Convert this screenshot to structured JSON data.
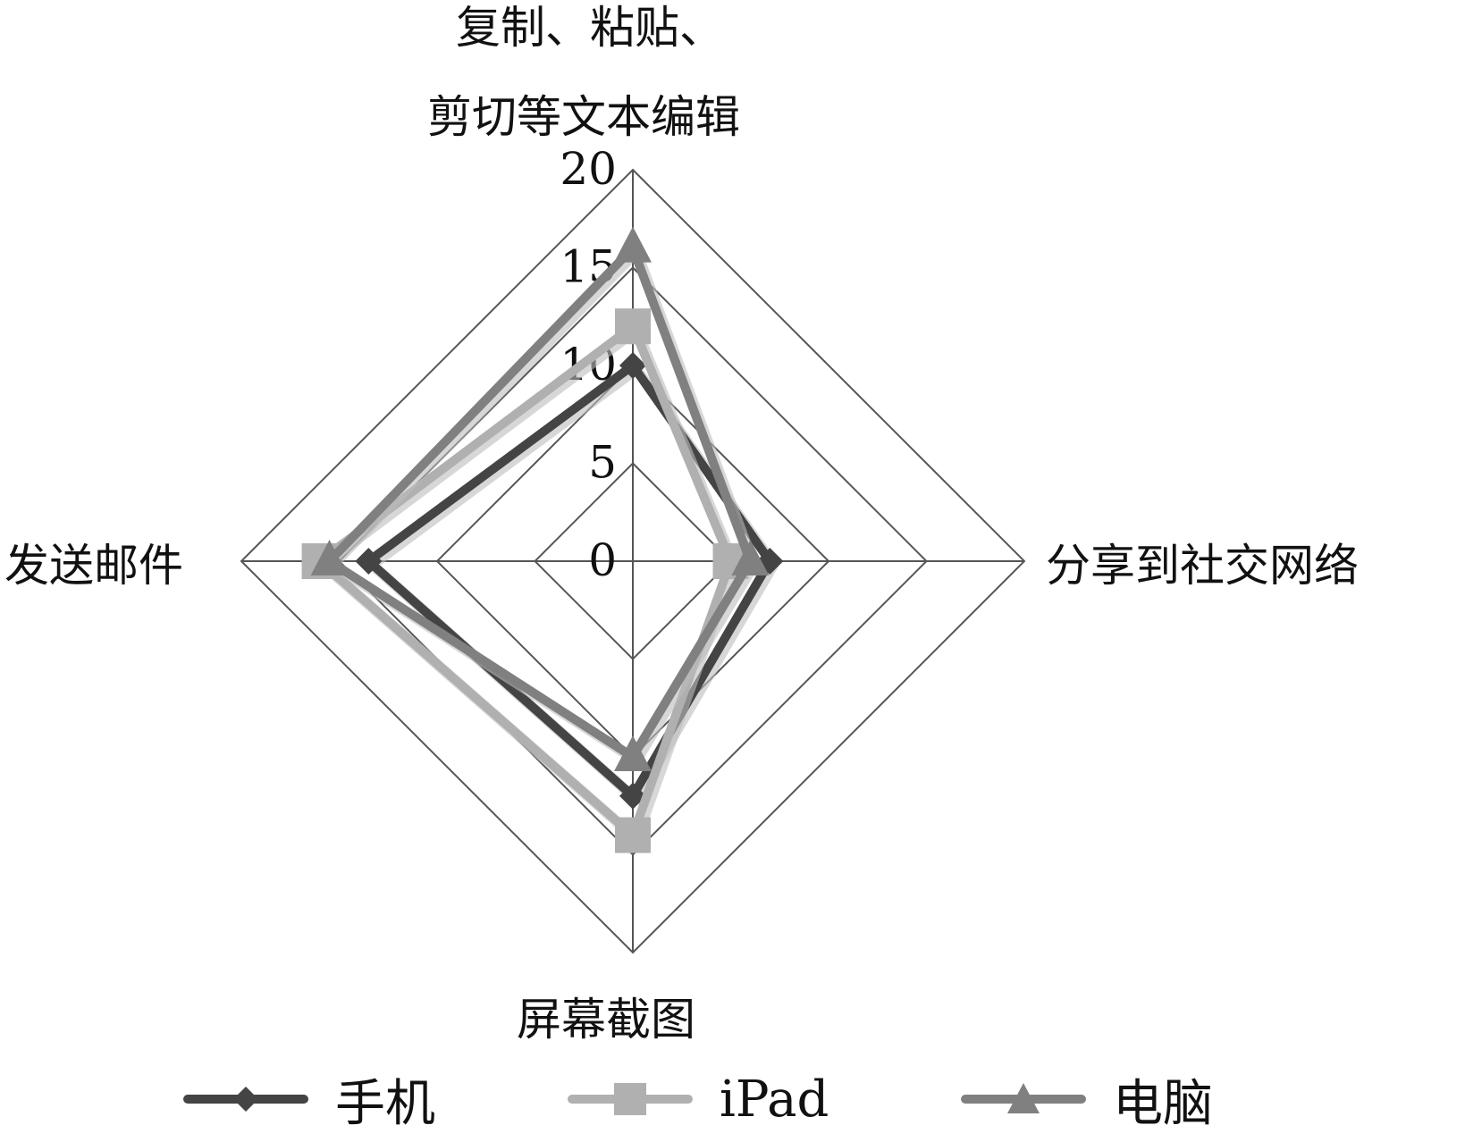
{
  "chart_data": {
    "type": "radar",
    "categories": [
      "复制、粘贴、剪切等文本编辑",
      "分享到社交网络",
      "屏幕截图",
      "发送邮件"
    ],
    "axis_labels": [
      [
        "复制、粘贴、",
        "剪切等文本编辑"
      ],
      [
        "分享到社交网络"
      ],
      [
        "屏幕截图"
      ],
      [
        "发送邮件"
      ]
    ],
    "ticks": [
      0,
      5,
      10,
      15,
      20
    ],
    "rlim": [
      0,
      20
    ],
    "series": [
      {
        "name": "手机",
        "values": [
          10,
          7,
          12,
          13.5
        ],
        "color": "#444444",
        "marker": "diamond"
      },
      {
        "name": "iPad",
        "values": [
          12,
          5,
          14,
          16
        ],
        "color": "#b0b0b0",
        "marker": "square"
      },
      {
        "name": "电脑",
        "values": [
          16,
          6,
          10,
          15.5
        ],
        "color": "#808080",
        "marker": "triangle"
      }
    ],
    "grid": true,
    "legend_position": "bottom"
  }
}
